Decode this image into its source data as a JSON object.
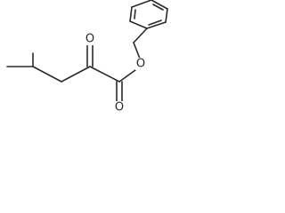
{
  "molecule": {
    "atoms": {
      "ketone_oxygen": "O",
      "carbonyl_oxygen": "O",
      "ester_oxygen": "O"
    }
  }
}
